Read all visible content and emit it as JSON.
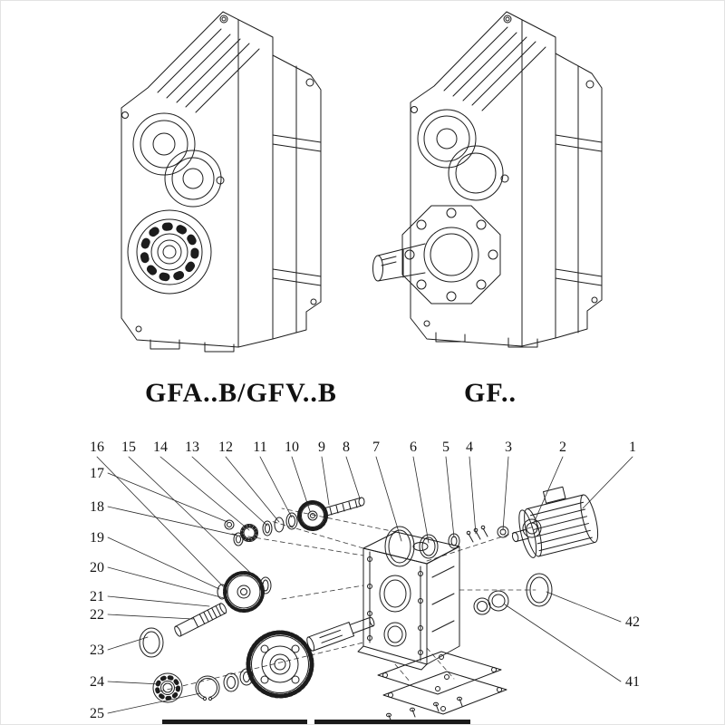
{
  "models": {
    "left": "GFA..B/GFV..B",
    "right": "GF.."
  },
  "exploded": {
    "top": [
      "16",
      "15",
      "14",
      "13",
      "12",
      "11",
      "10",
      "9",
      "8",
      "7",
      "6",
      "5",
      "4",
      "3",
      "2",
      "1"
    ],
    "left": [
      "17",
      "18",
      "19",
      "20",
      "21",
      "22",
      "23",
      "24",
      "25"
    ],
    "right": [
      "42",
      "41"
    ]
  },
  "colors": {
    "line": "#1c1c1c",
    "background": "#ffffff"
  }
}
